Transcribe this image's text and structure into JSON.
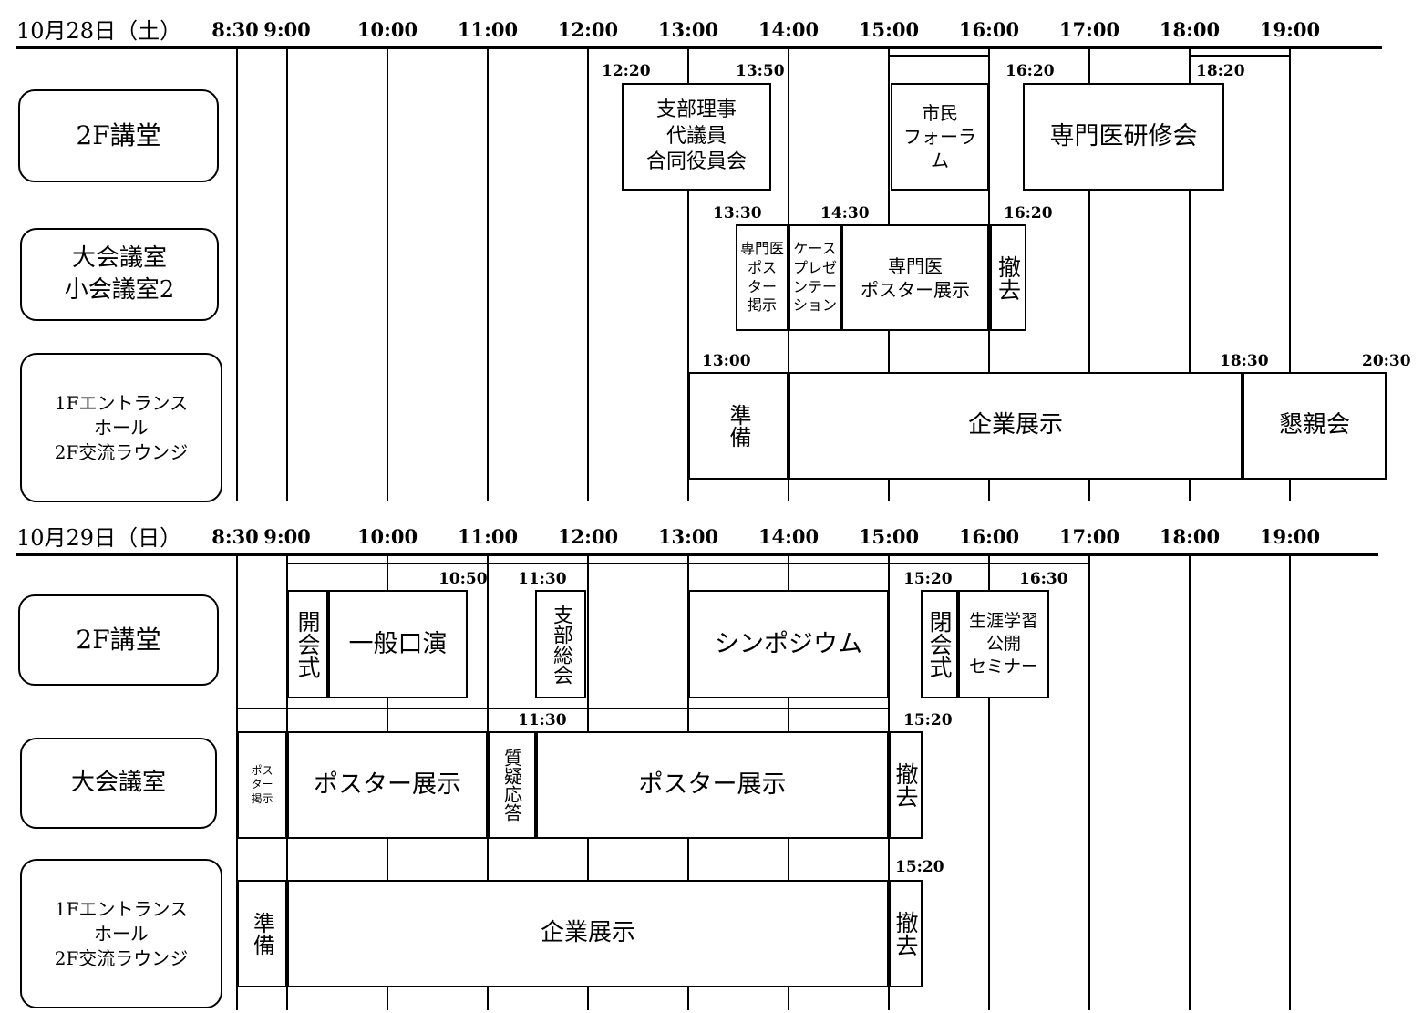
{
  "days": [
    {
      "date": "10月28日（土）",
      "hours": [
        "8:30",
        "9:00",
        "10:00",
        "11:00",
        "12:00",
        "13:00",
        "14:00",
        "15:00",
        "16:00",
        "17:00",
        "18:00",
        "19:00"
      ],
      "rooms": [
        {
          "label": "2F講堂"
        },
        {
          "label": "大会議室\n小会議室2"
        },
        {
          "label": "1Fエントランス\nホール\n2F交流ラウンジ"
        }
      ],
      "events": [
        {
          "label": "支部理事\n代議員\n合同役員会",
          "room": 0
        },
        {
          "label": "市民\nフォーラ\nム",
          "room": 0
        },
        {
          "label": "専門医研修会",
          "room": 0
        },
        {
          "label": "専門医\nポス\nター\n掲示",
          "room": 1
        },
        {
          "label": "ケース\nプレゼ\nンテー\nション",
          "room": 1
        },
        {
          "label": "専門医\nポスター展示",
          "room": 1
        },
        {
          "label": "撤去",
          "room": 1
        },
        {
          "label": "準備",
          "room": 2
        },
        {
          "label": "企業展示",
          "room": 2
        },
        {
          "label": "懇親会",
          "room": 2
        }
      ],
      "time_labels": [
        "12:20",
        "13:50",
        "16:20",
        "18:20",
        "13:30",
        "14:30",
        "16:20",
        "13:00",
        "18:30",
        "20:30"
      ]
    },
    {
      "date": "10月29日（日）",
      "hours": [
        "8:30",
        "9:00",
        "10:00",
        "11:00",
        "12:00",
        "13:00",
        "14:00",
        "15:00",
        "16:00",
        "17:00",
        "18:00",
        "19:00"
      ],
      "rooms": [
        {
          "label": "2F講堂"
        },
        {
          "label": "大会議室"
        },
        {
          "label": "1Fエントランス\nホール\n2F交流ラウンジ"
        }
      ],
      "events": [
        {
          "label": "開会式",
          "room": 0
        },
        {
          "label": "一般口演",
          "room": 0
        },
        {
          "label": "支部総会",
          "room": 0
        },
        {
          "label": "シンポジウム",
          "room": 0
        },
        {
          "label": "閉会式",
          "room": 0
        },
        {
          "label": "生涯学習\n公開\nセミナー",
          "room": 0
        },
        {
          "label": "ポス\nター\n掲示",
          "room": 1
        },
        {
          "label": "ポスター展示",
          "room": 1
        },
        {
          "label": "質疑応答",
          "room": 1
        },
        {
          "label": "ポスター展示",
          "room": 1
        },
        {
          "label": "撤去",
          "room": 1
        },
        {
          "label": "準備",
          "room": 2
        },
        {
          "label": "企業展示",
          "room": 2
        },
        {
          "label": "撤去",
          "room": 2
        }
      ],
      "time_labels": [
        "10:50",
        "11:30",
        "15:20",
        "16:30",
        "11:30",
        "15:20",
        "15:20"
      ]
    }
  ]
}
